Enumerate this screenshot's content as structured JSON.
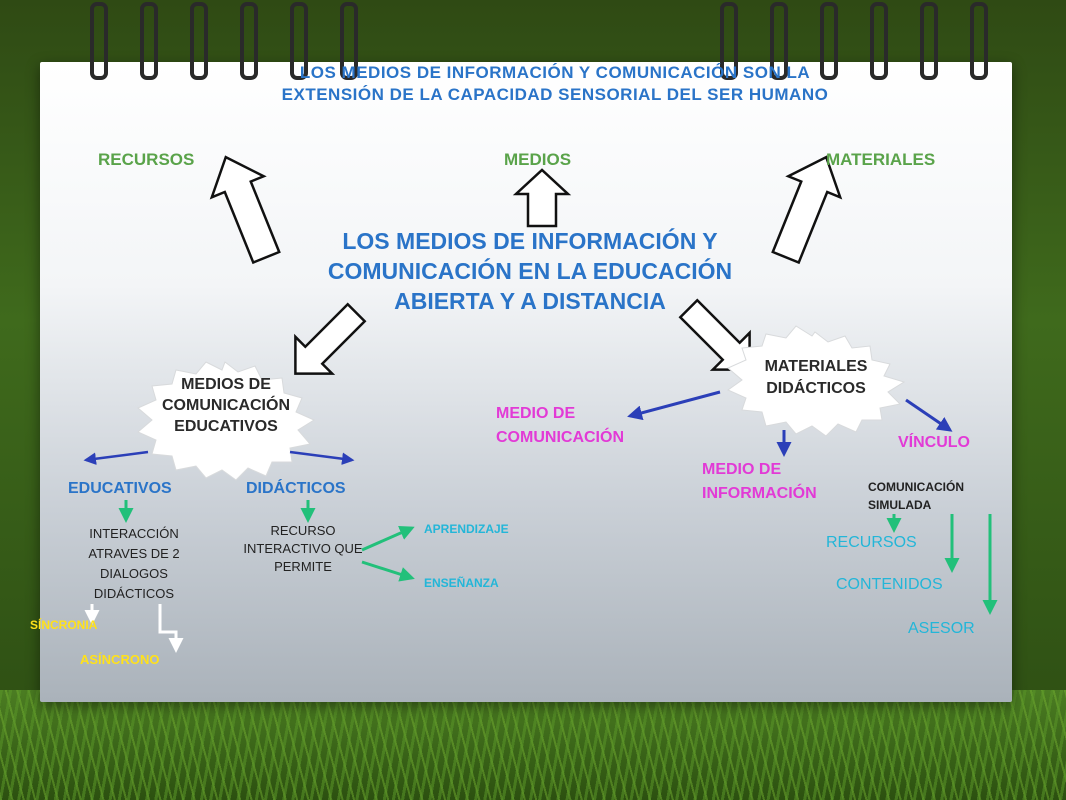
{
  "header": {
    "title": "LOS MEDIOS DE INFORMACIÓN Y COMUNICACIÓN SON LA EXTENSIÓN DE LA CAPACIDAD SENSORIAL DEL SER HUMANO"
  },
  "top_categories": {
    "recursos": "RECURSOS",
    "medios": "MEDIOS",
    "materiales": "MATERIALES"
  },
  "central": {
    "title": "LOS MEDIOS DE INFORMACIÓN Y COMUNICACIÓN EN LA EDUCACIÓN ABIERTA Y A DISTANCIA"
  },
  "left_branch": {
    "badge": "MEDIOS DE COMUNICACIÓN EDUCATIVOS",
    "educativos": {
      "label": "EDUCATIVOS",
      "description": "INTERACCIÓN ATRAVES DE 2 DIALOGOS DIDÁCTICOS",
      "sincronia": "SÍNCRONIA",
      "asincrono": "ASÍNCRONO"
    },
    "didacticos": {
      "label": "DIDÁCTICOS",
      "description": "RECURSO INTERACTIVO QUE PERMITE",
      "aprendizaje": "APRENDIZAJE",
      "ensenanza": "ENSEÑANZA"
    }
  },
  "right_branch": {
    "badge": "MATERIALES DIDÁCTICOS",
    "medio_comunicacion": "MEDIO DE COMUNICACIÓN",
    "medio_informacion": "MEDIO DE INFORMACIÓN",
    "vinculo": {
      "label": "VÍNCULO",
      "comunicacion_simulada": "COMUNICACIÓN SIMULADA",
      "recursos": "RECURSOS",
      "contenidos": "CONTENIDOS",
      "asesor": "ASESOR"
    }
  },
  "colors": {
    "title_blue": "#2a74c8",
    "category_green": "#5aa34a",
    "magenta": "#e23ad6",
    "cyan": "#23b6d8",
    "yellow": "#ffe11a",
    "arrow_green": "#22c07a",
    "arrow_navy": "#2b3fb8"
  }
}
